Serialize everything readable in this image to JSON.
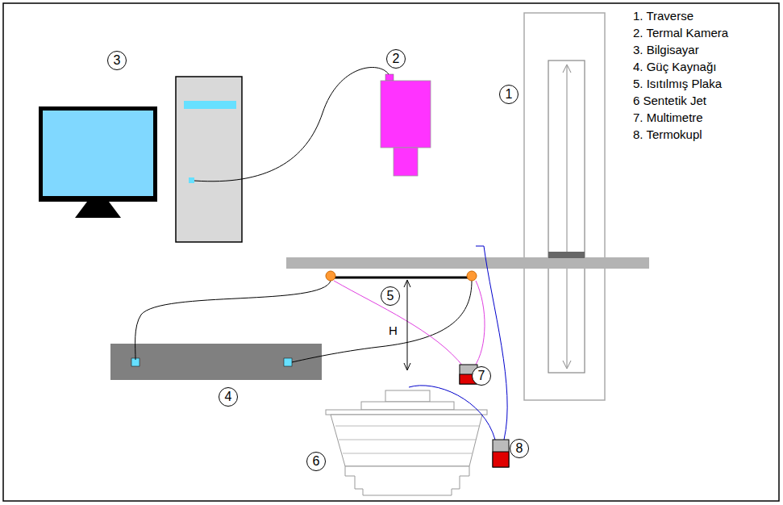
{
  "diagram": {
    "nodes": [
      {
        "text": [
          "3"
        ]
      },
      {
        "text": [
          "2"
        ]
      },
      {
        "text": [
          "1"
        ]
      },
      {
        "text": [
          "5"
        ]
      },
      {
        "text": [
          "7"
        ]
      },
      {
        "text": [
          "4"
        ]
      },
      {
        "text": [
          "8"
        ]
      },
      {
        "text": [
          "6"
        ]
      }
    ],
    "labels": [
      "1. Traverse",
      "2. Termal Kamera",
      "3. Bilgisayar",
      "4. Güç Kaynağı",
      "5. Isıtılmış Plaka",
      "6 Sentetik Jet",
      "7. Multimetre",
      "8. Termokupl",
      "H"
    ]
  }
}
